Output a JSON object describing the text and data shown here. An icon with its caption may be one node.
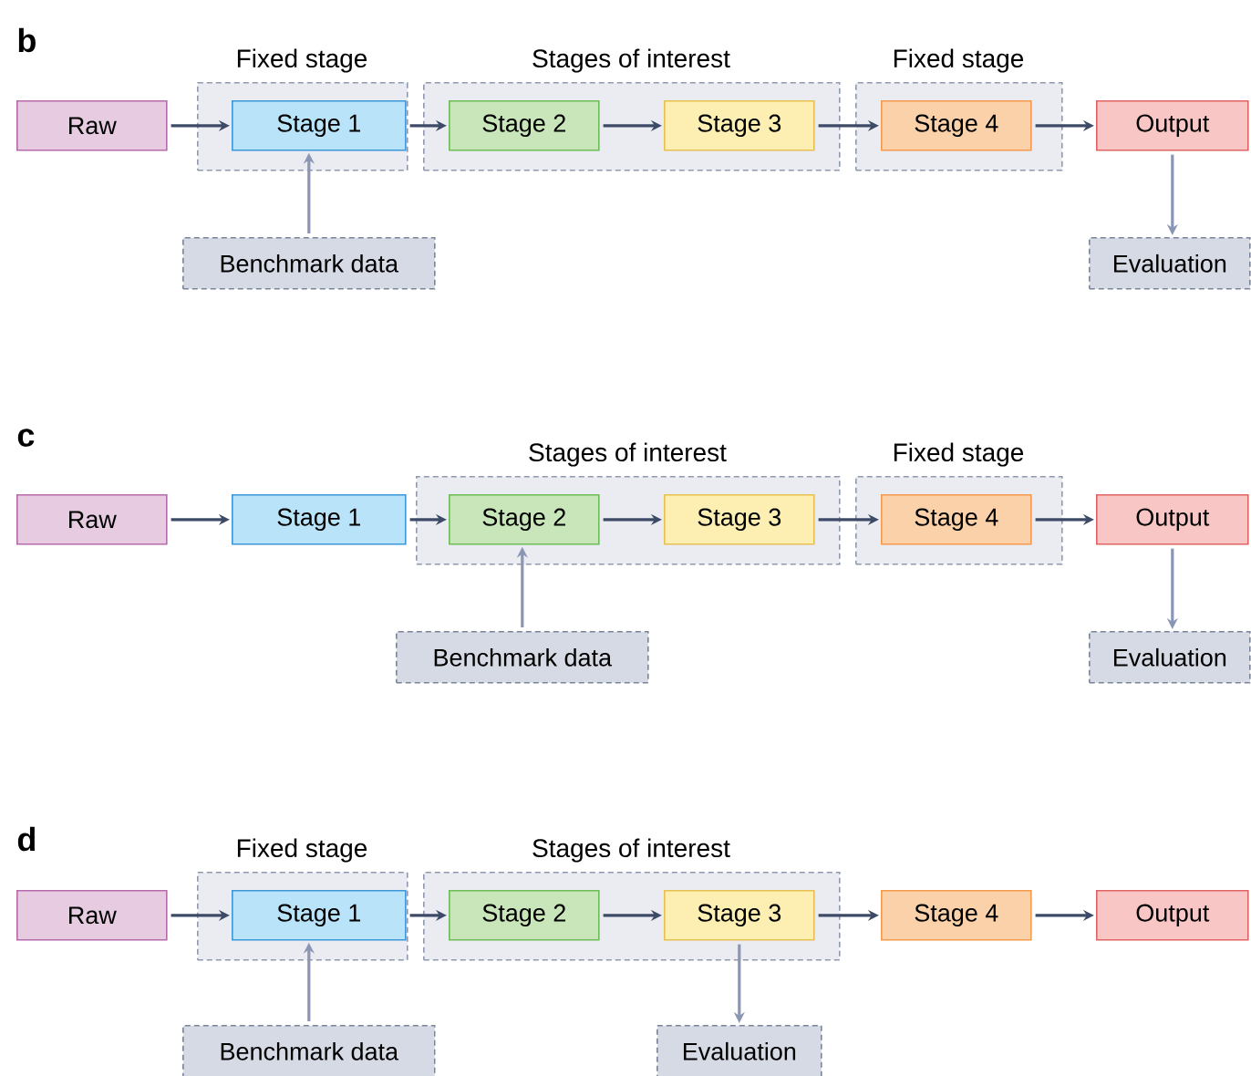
{
  "diagram": {
    "nodes": [
      {
        "text": [
          "Raw"
        ]
      },
      {
        "text": [
          "Fixed stage"
        ]
      },
      {
        "text": [
          "Stage 1"
        ],
        "in": 1
      },
      {
        "text": [
          "Stages of interest"
        ]
      },
      {
        "text": [
          "Stage 2"
        ],
        "in": 3
      },
      {
        "text": [
          "Stage 3"
        ],
        "in": 3
      },
      {
        "text": [
          "Fixed stage"
        ]
      },
      {
        "text": [
          "Stage 4"
        ],
        "in": 6
      },
      {
        "text": [
          "Output"
        ]
      },
      {
        "text": [
          "Benchmark data"
        ]
      },
      {
        "text": [
          "Evaluation"
        ]
      },
      {
        "text": [
          "Raw"
        ]
      },
      {
        "text": [
          "Stage 1"
        ]
      },
      {
        "text": [
          "Stages of interest"
        ]
      },
      {
        "text": [
          "Stage 2"
        ],
        "in": 13
      },
      {
        "text": [
          "Stage 3"
        ],
        "in": 13
      },
      {
        "text": [
          "Fixed stage"
        ]
      },
      {
        "text": [
          "Stage 4"
        ],
        "in": 16
      },
      {
        "text": [
          "Output"
        ]
      },
      {
        "text": [
          "Benchmark data"
        ]
      },
      {
        "text": [
          "Evaluation"
        ]
      },
      {
        "text": [
          "Raw"
        ]
      },
      {
        "text": [
          "Fixed stage"
        ]
      },
      {
        "text": [
          "Stage 1"
        ],
        "in": 22
      },
      {
        "text": [
          "Stages of interest"
        ]
      },
      {
        "text": [
          "Stage 2"
        ],
        "in": 24
      },
      {
        "text": [
          "Stage 3"
        ],
        "in": 24
      },
      {
        "text": [
          "Stage 4"
        ]
      },
      {
        "text": [
          "Output"
        ]
      },
      {
        "text": [
          "Benchmark data"
        ]
      },
      {
        "text": [
          "Evaluation"
        ]
      }
    ],
    "edges": [
      {
        "from": 0,
        "to": 2,
        "arrow": "to"
      },
      {
        "from": 2,
        "to": 4,
        "arrow": "to"
      },
      {
        "from": 4,
        "to": 5,
        "arrow": "to"
      },
      {
        "from": 5,
        "to": 7,
        "arrow": "to"
      },
      {
        "from": 7,
        "to": 8,
        "arrow": "to"
      },
      {
        "from": 9,
        "to": 2,
        "arrow": "to",
        "color": "#8a96b4"
      },
      {
        "from": 8,
        "to": 10,
        "arrow": "to",
        "color": "#8a96b4"
      },
      {
        "from": 11,
        "to": 12,
        "arrow": "to"
      },
      {
        "from": 12,
        "to": 14,
        "arrow": "to"
      },
      {
        "from": 14,
        "to": 15,
        "arrow": "to"
      },
      {
        "from": 15,
        "to": 17,
        "arrow": "to"
      },
      {
        "from": 17,
        "to": 18,
        "arrow": "to"
      },
      {
        "from": 19,
        "to": 14,
        "arrow": "to",
        "color": "#8a96b4"
      },
      {
        "from": 18,
        "to": 20,
        "arrow": "to",
        "color": "#8a96b4"
      },
      {
        "from": 21,
        "to": 23,
        "arrow": "to"
      },
      {
        "from": 23,
        "to": 25,
        "arrow": "to"
      },
      {
        "from": 25,
        "to": 26,
        "arrow": "to"
      },
      {
        "from": 26,
        "to": 27,
        "arrow": "to"
      },
      {
        "from": 27,
        "to": 28,
        "arrow": "to"
      },
      {
        "from": 29,
        "to": 23,
        "arrow": "to",
        "color": "#8a96b4"
      },
      {
        "from": 26,
        "to": 30,
        "arrow": "to",
        "color": "#8a96b4"
      }
    ],
    "labels": [
      "b",
      "c",
      "d"
    ]
  }
}
